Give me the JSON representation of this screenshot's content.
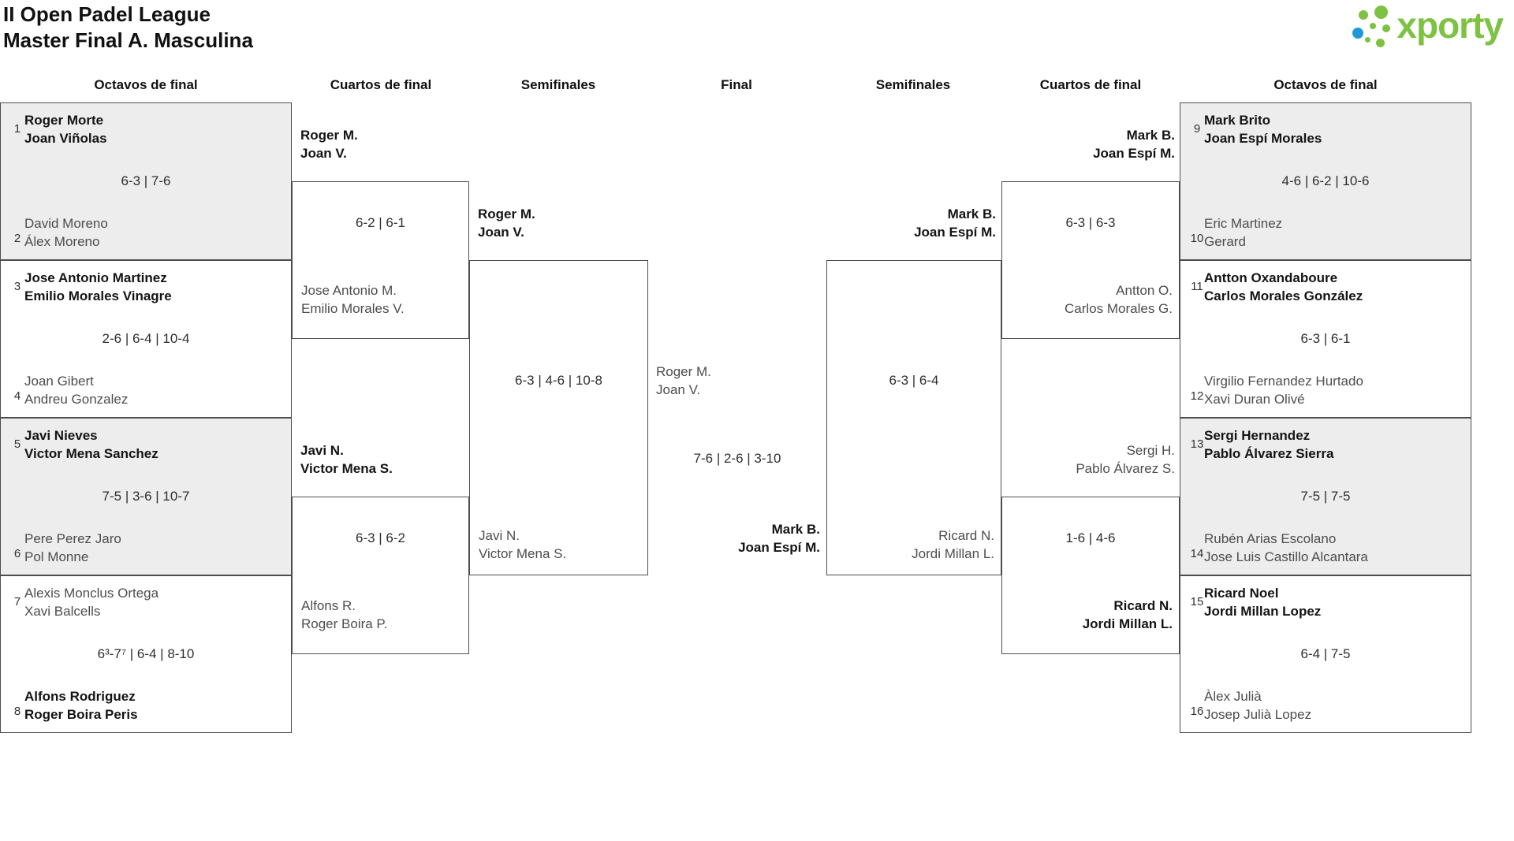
{
  "title": {
    "line1": "II Open Padel League",
    "line2": "Master Final A. Masculina"
  },
  "logo": {
    "wordmark": "xporty",
    "green": "#7DC242",
    "blue": "#2199D6"
  },
  "round_headers": [
    "Octavos de final",
    "Cuartos de final",
    "Semifinales",
    "Final",
    "Semifinales",
    "Cuartos de final",
    "Octavos de final"
  ],
  "bracket": {
    "r16_left": [
      {
        "seed_a": "1",
        "team_a": [
          "Roger Morte",
          "Joan Viñolas"
        ],
        "winner": "a",
        "score": "6-3 | 7-6",
        "seed_b": "2",
        "team_b": [
          "David Moreno",
          "Álex Moreno"
        ]
      },
      {
        "seed_a": "3",
        "team_a": [
          "Jose Antonio Martinez",
          "Emilio Morales Vinagre"
        ],
        "winner": "a",
        "score": "2-6 | 6-4 | 10-4",
        "seed_b": "4",
        "team_b": [
          "Joan Gibert",
          "Andreu Gonzalez"
        ]
      },
      {
        "seed_a": "5",
        "team_a": [
          "Javi Nieves",
          "Victor Mena Sanchez"
        ],
        "winner": "a",
        "score": "7-5 | 3-6 | 10-7",
        "seed_b": "6",
        "team_b": [
          "Pere Perez Jaro",
          "Pol Monne"
        ]
      },
      {
        "seed_a": "7",
        "team_a": [
          "Alexis Monclus Ortega",
          "Xavi Balcells"
        ],
        "winner": "b",
        "score": "6³-7⁷ | 6-4 | 8-10",
        "seed_b": "8",
        "team_b": [
          "Alfons Rodriguez",
          "Roger Boira Peris"
        ]
      }
    ],
    "qf_left": [
      {
        "team_a": [
          "Roger M.",
          "Joan V."
        ],
        "winner": "a",
        "score": "6-2 | 6-1",
        "team_b": [
          "Jose Antonio M.",
          "Emilio Morales V."
        ]
      },
      {
        "team_a": [
          "Javi N.",
          "Victor Mena S."
        ],
        "winner": "a",
        "score": "6-3 | 6-2",
        "team_b": [
          "Alfons R.",
          "Roger Boira P."
        ]
      }
    ],
    "sf_left": {
      "team_a": [
        "Roger M.",
        "Joan V."
      ],
      "winner": "a",
      "score": "6-3 | 4-6 | 10-8",
      "team_b": [
        "Javi N.",
        "Victor Mena S."
      ]
    },
    "final": {
      "team_a": [
        "Roger M.",
        "Joan V."
      ],
      "winner": "b",
      "score": "7-6 | 2-6 | 3-10",
      "team_b": [
        "Mark B.",
        "Joan Espí M."
      ]
    },
    "sf_right": {
      "team_a": [
        "Mark B.",
        "Joan Espí M."
      ],
      "winner": "a",
      "score": "6-3 | 6-4",
      "team_b": [
        "Ricard N.",
        "Jordi Millan L."
      ]
    },
    "qf_right": [
      {
        "team_a": [
          "Mark B.",
          "Joan Espí M."
        ],
        "winner": "a",
        "score": "6-3 | 6-3",
        "team_b": [
          "Antton O.",
          "Carlos Morales G."
        ]
      },
      {
        "team_a": [
          "Sergi H.",
          "Pablo Álvarez S."
        ],
        "winner": "b",
        "score": "1-6 | 4-6",
        "team_b": [
          "Ricard N.",
          "Jordi Millan L."
        ]
      }
    ],
    "r16_right": [
      {
        "seed_a": "9",
        "team_a": [
          "Mark Brito",
          "Joan Espí Morales"
        ],
        "winner": "a",
        "score": "4-6 | 6-2 | 10-6",
        "seed_b": "10",
        "team_b": [
          "Eric Martinez",
          "Gerard"
        ]
      },
      {
        "seed_a": "11",
        "team_a": [
          "Antton Oxandaboure",
          "Carlos Morales González"
        ],
        "winner": "a",
        "score": "6-3 | 6-1",
        "seed_b": "12",
        "team_b": [
          "Virgilio Fernandez Hurtado",
          "Xavi Duran Olivé"
        ]
      },
      {
        "seed_a": "13",
        "team_a": [
          "Sergi Hernandez",
          "Pablo Álvarez Sierra"
        ],
        "winner": "a",
        "score": "7-5 | 7-5",
        "seed_b": "14",
        "team_b": [
          "Rubén Arias Escolano",
          "Jose Luis Castillo Alcantara"
        ]
      },
      {
        "seed_a": "15",
        "team_a": [
          "Ricard Noel",
          "Jordi Millan Lopez"
        ],
        "winner": "a",
        "score": "6-4 | 7-5",
        "seed_b": "16",
        "team_b": [
          "Àlex Julià",
          "Josep Julià Lopez"
        ]
      }
    ]
  }
}
